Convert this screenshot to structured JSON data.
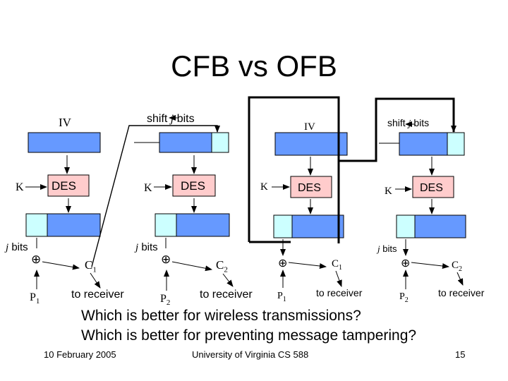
{
  "title": "CFB vs OFB",
  "labels": {
    "iv": "IV",
    "shift": "shift",
    "j": "j",
    "bits": "bits",
    "des": "DES",
    "k": "K",
    "xor": "⊕",
    "c": "C",
    "p": "P",
    "sub1": "1",
    "sub2": "2",
    "to_receiver": "to receiver"
  },
  "questions": [
    "Which is better for wireless transmissions?",
    "Which is better for preventing message tampering?"
  ],
  "footer": {
    "date": "10 February 2005",
    "course": "University of Virginia CS 588",
    "page": "15"
  },
  "colors": {
    "register": "#6699ff",
    "shifted": "#ccffff",
    "des": "#ffcccc",
    "wire": "#000000"
  }
}
